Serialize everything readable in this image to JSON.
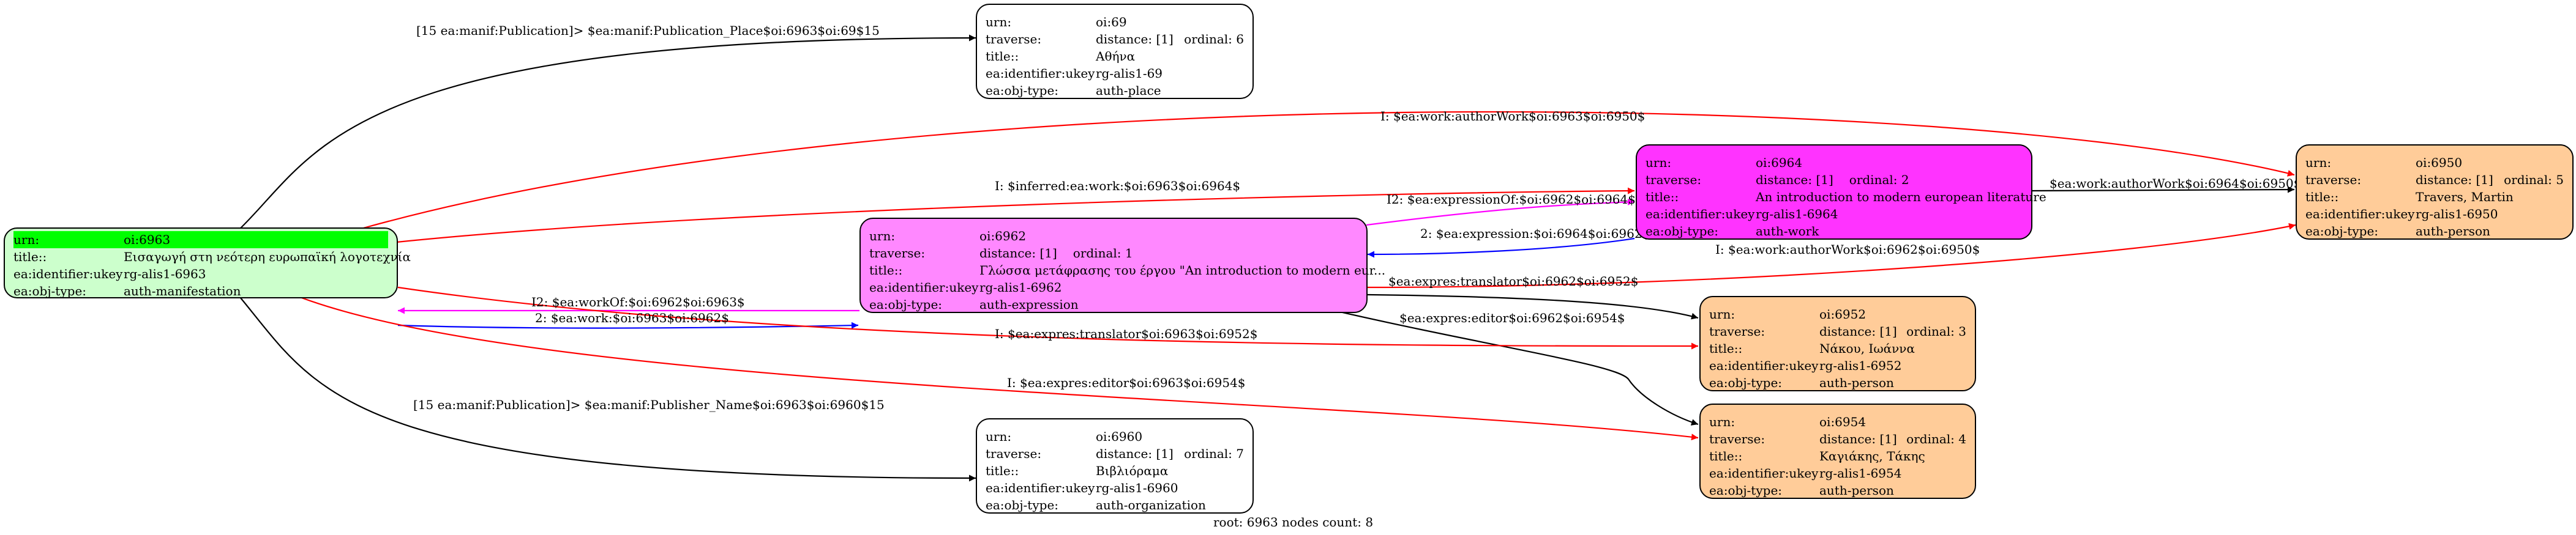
{
  "colors": {
    "manifestation": "#ccffcc",
    "highlight": "#00ff00",
    "expression": "#ff88ff",
    "work": "#ff33ff",
    "person": "#ffcc99",
    "plain": "#ffffff",
    "edge_black": "#000000",
    "edge_red": "#ff0000",
    "edge_blue": "#0000ff",
    "edge_magenta": "#ff00ff"
  },
  "nodes": {
    "n6963": {
      "urn_k": "urn:",
      "urn_v": "oi:6963",
      "title_k": "title::",
      "title_v": "Εισαγωγή στη νεότερη ευρωπαϊκή λογοτεχνία",
      "ukey_k": "ea:identifier:ukey",
      "ukey_v": "rg-alis1-6963",
      "type_k": "ea:obj-type:",
      "type_v": "auth-manifestation"
    },
    "n69": {
      "urn_k": "urn:",
      "urn_v": "oi:69",
      "trav_k": "traverse:",
      "trav_dist": "distance: [1]",
      "trav_ord": "ordinal: 6",
      "title_k": "title::",
      "title_v": "Αθήνα",
      "ukey_k": "ea:identifier:ukey",
      "ukey_v": "rg-alis1-69",
      "type_k": "ea:obj-type:",
      "type_v": "auth-place"
    },
    "n6962": {
      "urn_k": "urn:",
      "urn_v": "oi:6962",
      "trav_k": "traverse:",
      "trav_dist": "distance: [1]",
      "trav_ord": "ordinal: 1",
      "title_k": "title::",
      "title_v": "Γλώσσα μετάφρασης του έργου \"An introduction to modern eur...",
      "ukey_k": "ea:identifier:ukey",
      "ukey_v": "rg-alis1-6962",
      "type_k": "ea:obj-type:",
      "type_v": "auth-expression"
    },
    "n6964": {
      "urn_k": "urn:",
      "urn_v": "oi:6964",
      "trav_k": "traverse:",
      "trav_dist": "distance: [1]",
      "trav_ord": "ordinal: 2",
      "title_k": "title::",
      "title_v": "An introduction to modern european literature",
      "ukey_k": "ea:identifier:ukey",
      "ukey_v": "rg-alis1-6964",
      "type_k": "ea:obj-type:",
      "type_v": "auth-work"
    },
    "n6950": {
      "urn_k": "urn:",
      "urn_v": "oi:6950",
      "trav_k": "traverse:",
      "trav_dist": "distance: [1]",
      "trav_ord": "ordinal: 5",
      "title_k": "title::",
      "title_v": "Travers, Martin",
      "ukey_k": "ea:identifier:ukey",
      "ukey_v": "rg-alis1-6950",
      "type_k": "ea:obj-type:",
      "type_v": "auth-person"
    },
    "n6952": {
      "urn_k": "urn:",
      "urn_v": "oi:6952",
      "trav_k": "traverse:",
      "trav_dist": "distance: [1]",
      "trav_ord": "ordinal: 3",
      "title_k": "title::",
      "title_v": "Νάκου, Ιωάννα",
      "ukey_k": "ea:identifier:ukey",
      "ukey_v": "rg-alis1-6952",
      "type_k": "ea:obj-type:",
      "type_v": "auth-person"
    },
    "n6954": {
      "urn_k": "urn:",
      "urn_v": "oi:6954",
      "trav_k": "traverse:",
      "trav_dist": "distance: [1]",
      "trav_ord": "ordinal: 4",
      "title_k": "title::",
      "title_v": "Καγιάκης, Τάκης",
      "ukey_k": "ea:identifier:ukey",
      "ukey_v": "rg-alis1-6954",
      "type_k": "ea:obj-type:",
      "type_v": "auth-person"
    },
    "n6960": {
      "urn_k": "urn:",
      "urn_v": "oi:6960",
      "trav_k": "traverse:",
      "trav_dist": "distance: [1]",
      "trav_ord": "ordinal: 7",
      "title_k": "title::",
      "title_v": "Βιβλιόραμα",
      "ukey_k": "ea:identifier:ukey",
      "ukey_v": "rg-alis1-6960",
      "type_k": "ea:obj-type:",
      "type_v": "auth-organization"
    }
  },
  "edges": {
    "e_place": "[15 ea:manif:Publication]> $ea:manif:Publication_Place$oi:6963$oi:69$15",
    "e_author_6963": "I: $ea:work:authorWork$oi:6963$oi:6950$",
    "e_inferred": "I: $inferred:ea:work:$oi:6963$oi:6964$",
    "e_i2_expression_of": "I2: $ea:expressionOf:$oi:6962$oi:6964$",
    "e_author_6964": "$ea:work:authorWork$oi:6964$oi:6950$",
    "e_i2_work_of": "I2: $ea:workOf:$oi:6962$oi:6963$",
    "e_work": "2: $ea:work:$oi:6963$oi:6962$",
    "e_expression": "2: $ea:expression:$oi:6964$oi:6962$",
    "e_author_6962": "I: $ea:work:authorWork$oi:6962$oi:6950$",
    "e_translator_6962": "$ea:expres:translator$oi:6962$oi:6952$",
    "e_editor_6962": "$ea:expres:editor$oi:6962$oi:6954$",
    "e_translator_6963": "I: $ea:expres:translator$oi:6963$oi:6952$",
    "e_editor_6963": "I: $ea:expres:editor$oi:6963$oi:6954$",
    "e_publisher": "[15 ea:manif:Publication]> $ea:manif:Publisher_Name$oi:6963$oi:6960$15"
  },
  "footer": "root: 6963 nodes count: 8"
}
